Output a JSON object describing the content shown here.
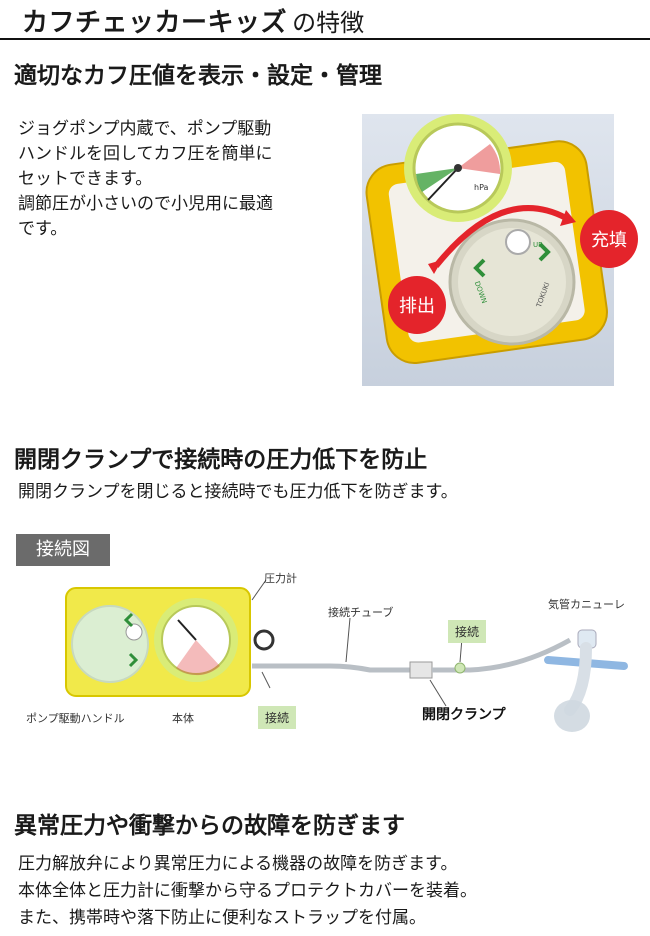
{
  "page_title": {
    "strong": "カフチェッカーキッズ",
    "rest": "の特徴"
  },
  "section1": {
    "title": "適切なカフ圧値を表示・設定・管理",
    "lines": [
      "ジョグポンプ内蔵で、ポンプ駆動",
      "ハンドルを回してカフ圧を簡単に",
      "セットできます。",
      "調節圧が小さいので小児用に最適",
      "です。"
    ],
    "photo_labels": {
      "fill": "充填",
      "drain": "排出",
      "up": "UP",
      "down": "DOWN",
      "brand": "TOKUKI",
      "unit": "hPa"
    }
  },
  "section2": {
    "title": "開閉クランプで接続時の圧力低下を防止",
    "line": "開閉クランプを閉じると接続時でも圧力低下を防ぎます。",
    "badge": "接続図",
    "diagram": {
      "pressure_gauge": "圧力計",
      "tube": "接続チューブ",
      "tracheal_cannula": "気管カニューレ",
      "connect_1": "接続",
      "connect_2": "接続",
      "clamp": "開閉クランプ",
      "pump_handle": "ポンプ駆動ハンドル",
      "body": "本体"
    }
  },
  "section3": {
    "title": "異常圧力や衝撃からの故障を防ぎます",
    "lines": [
      "圧力解放弁により異常圧力による機器の故障を防ぎます。",
      "本体全体と圧力計に衝撃から守るプロテクトカバーを装着。",
      "また、携帯時や落下防止に便利なストラップを付属。"
    ]
  },
  "colors": {
    "accent_yellow": "#f2c200",
    "bubble_red": "#e4242b",
    "tag_green": "#cfe7b6",
    "badge_gray": "#6b6b6b"
  }
}
